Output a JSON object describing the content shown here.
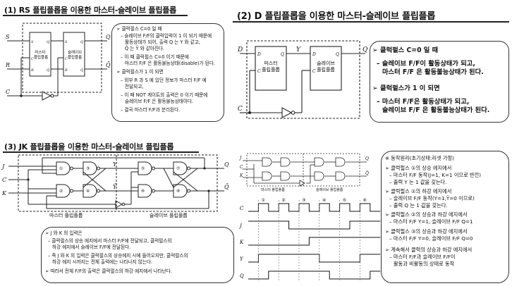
{
  "section1": {
    "title": "(1) RS 플립플롭을 이용한 마스터-슬레이브 플립플롭",
    "diagram": {
      "in_s": "S",
      "in_r": "R",
      "in_c": "C",
      "out_q": "Q",
      "out_qbar": "Q̄",
      "master_label": "마스터\n플립플롭",
      "slave_label": "슬레이브\n플립플롭",
      "pin_s": "S",
      "pin_r": "R",
      "pin_c": "C",
      "pin_q": "Q",
      "pin_qbar": "Q̄"
    },
    "notes": [
      "➢ 클럭펄스 C=0 일 때",
      "– 슬레이브 F/F의 클럭입력이 1 이 되기 때문에",
      "활동상태가 되어, 출력 Q 는 Y 와 같고,",
      "Q̄ 는 Ȳ 와 같아진다.",
      "– 이 때 클럭펄스 C=0 이기 때문에",
      "마스터 F/F 은 활동불능상태(disable)가 된다.",
      "➢ 클럭펄스가 1 이 되면",
      "– 외부 R 과 S 에 있던 정보가 마스터 F/F 에",
      "전달되고,",
      "– 이 때 NOT 게이트의 출력은 0 이기 때문에",
      "슬레이브 F/F 은 활동불능상태이다.",
      "– 결국 마스터 F/F과 분리된다."
    ]
  },
  "section2": {
    "title": "(2) D 플립플롭을 이용한 마스터-슬레이브 플립플롭",
    "diagram": {
      "in_d": "D",
      "in_c": "C",
      "out_q": "Q",
      "mid_y": "Y",
      "master_label": "마스터\n플립플롭",
      "slave_label": "슬레이브\n플립플롭",
      "pin_d": "D",
      "pin_c": "C",
      "pin_q": "Q"
    },
    "notes": [
      "➢ 클럭펄스 C=0 일 때",
      "– 슬레이브 F/F이 활동상태가 되고,",
      "마스터 F/F 은 활동불능상태가 된다.",
      "➢ 클럭펄스가 1 이 되면",
      "– 마스터 F/F은 활동상태가 되고,",
      "슬레이브 F/F 은 활동불능상태가 된다."
    ]
  },
  "section3": {
    "title": "(3) JK 플립플롭을 이용한 마스터-슬레이브 플립플롭",
    "diagram": {
      "in_j": "J",
      "in_c": "C",
      "in_k": "K",
      "out_q": "Q",
      "out_qbar": "Q̄",
      "mid_y": "Y",
      "mid_ybar": "Ȳ",
      "gates": [
        "①",
        "②",
        "③",
        "④",
        "⑤",
        "⑥",
        "⑦",
        "⑧"
      ],
      "master_label": "마스터 플립플롭",
      "slave_label": "슬레이브 플립플롭"
    },
    "notes": [
      "➢ J 와 K 의 입력은",
      "– 클럭펄스의 상승 에지에서 마스터 F/F에 전달되고, 클럭펄스의",
      "하강 에지에서 슬레이브 F/F에 전달된다.",
      "– 즉 J 와 K 의 입력은 클럭펄스의 상승에지 시에 들어오지만, 클럭펄스의",
      "하강 에지 시까지는 전체 출력에는 나타나지 않는다.",
      "➢ 따라서 전체 F/F의 출력은 클럭펄스의 하강 에지에서 나타난다."
    ]
  },
  "section4": {
    "mini": {
      "in_j": "J",
      "in_c": "C",
      "in_k": "K",
      "out_q": "Q",
      "out_qbar": "Q̄",
      "master_label": "마스터 플립플롭",
      "slave_label": "슬레이브 플립플롭"
    },
    "timing": {
      "signals": [
        "C",
        "J",
        "K",
        "Y",
        "Q"
      ],
      "edge_numbers": [
        "①",
        "②",
        "③",
        "④",
        "⑤",
        "⑥"
      ],
      "C": [
        0,
        1,
        0,
        1,
        0,
        1,
        0,
        1,
        0,
        1,
        0,
        1,
        0
      ],
      "J": [
        1,
        1,
        1,
        1,
        0,
        0,
        0,
        0,
        0,
        0,
        1,
        1,
        1
      ],
      "K": [
        0,
        0,
        0,
        0,
        0,
        0,
        1,
        1,
        1,
        1,
        1,
        1,
        1
      ],
      "Y": [
        0,
        1,
        1,
        1,
        1,
        1,
        1,
        0,
        0,
        0,
        0,
        1,
        1
      ],
      "Q": [
        0,
        0,
        1,
        1,
        1,
        1,
        1,
        1,
        0,
        0,
        0,
        0,
        1
      ]
    },
    "notes": [
      "※ 동작원리(초기상태:리셋 가정)",
      "➢ 클럭펄스 ①의 상승 에지에서",
      "– 마스터 F/F 동작(J=1, K=1 이므로 반전)",
      "– 출력 Y 는 1 값을 갖는다.",
      "➢ 클럭펄스 ①의 하강 에지에서",
      "– 슬레이브 F/F 동작(Y=1,Ȳ=0 이므로)",
      "– 출력 Q 는 1 값을 갖는다.",
      "➢ 클럭펄스 ②의 상승과 하강 에지에서",
      "– 마스터 F/F Y=1, 슬레이브 F/F Q=1",
      "➢ 클럭펄스 ③의 상승과 하강 에지에서",
      "– 마스터 F/F Y=0, 슬레이브 F/F Q=0",
      "➢ 계속해서 클럭의 상승과 하강 에지에서",
      "– 마스터 F/F과 슬레이브 F/F이",
      "활동과 비활동의 상태로 동작"
    ]
  }
}
